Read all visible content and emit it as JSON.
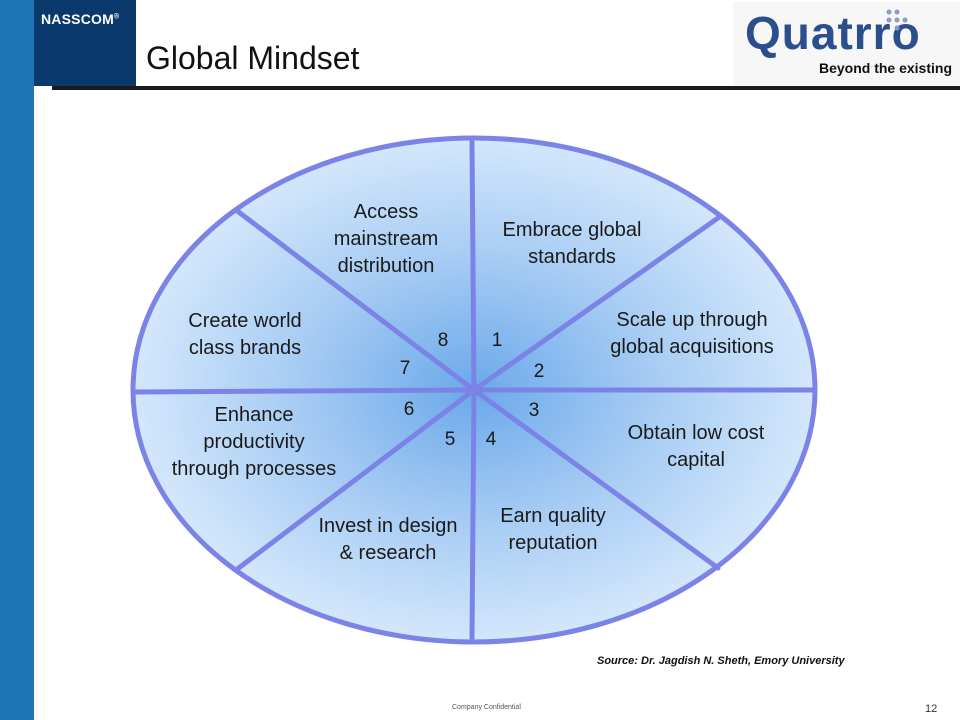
{
  "header": {
    "nasscom_logo_text": "NASSCOM",
    "nasscom_reg_mark": "®",
    "title": "Global Mindset",
    "quatrro_logo_text": "Quatrro",
    "quatrro_tagline": "Beyond the existing"
  },
  "diagram": {
    "segments": [
      {
        "number": "1",
        "lines": [
          "Embrace global",
          "standards"
        ]
      },
      {
        "number": "2",
        "lines": [
          "Scale up through",
          "global acquisitions"
        ]
      },
      {
        "number": "3",
        "lines": [
          "Obtain low cost",
          "capital"
        ]
      },
      {
        "number": "4",
        "lines": [
          "Earn quality",
          "reputation"
        ]
      },
      {
        "number": "5",
        "lines": [
          "Invest in design",
          "& research"
        ]
      },
      {
        "number": "6",
        "lines": [
          "Enhance",
          "productivity",
          "through processes"
        ]
      },
      {
        "number": "7",
        "lines": [
          "Create world",
          "class brands"
        ]
      },
      {
        "number": "8",
        "lines": [
          "Access",
          "mainstream",
          "distribution"
        ]
      }
    ],
    "colors": {
      "outline": "#7b83e6",
      "fill_center": "#6ba9ea",
      "fill_edge": "#cfe4fb"
    }
  },
  "footer": {
    "source": "Source: Dr. Jagdish N. Sheth, Emory University",
    "confidential": "Company Confidential",
    "page_number": "12"
  }
}
